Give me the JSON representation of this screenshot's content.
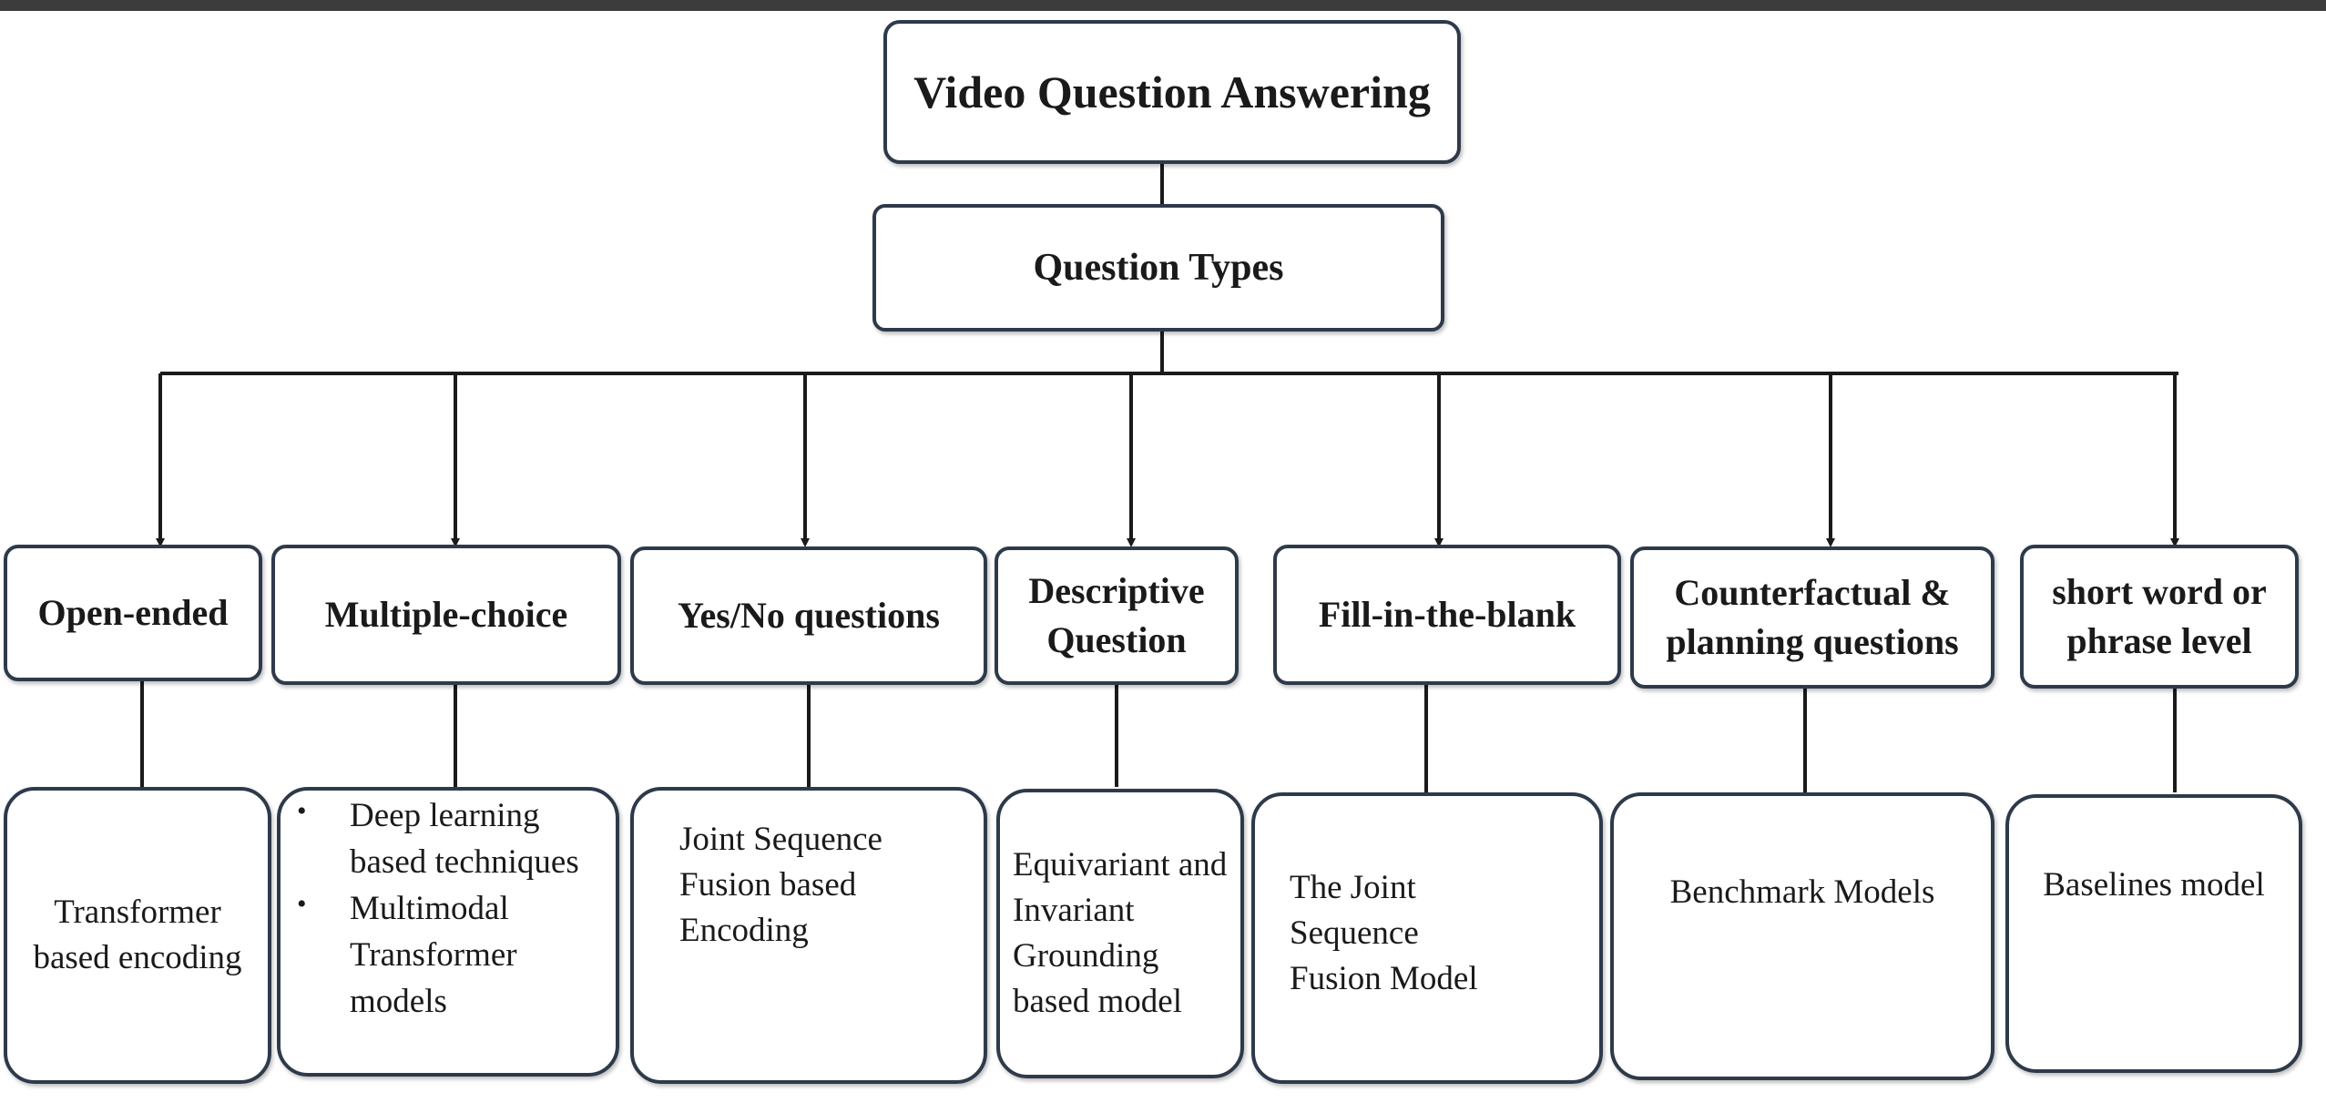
{
  "root": {
    "label": "Video Question Answering"
  },
  "level1": {
    "label": "Question Types"
  },
  "question_types": [
    {
      "label": "Open-ended"
    },
    {
      "label": "Multiple-choice"
    },
    {
      "label": "Yes/No questions"
    },
    {
      "label": "Descriptive Question"
    },
    {
      "label": "Fill-in-the-blank"
    },
    {
      "label": "Counterfactual & planning questions"
    },
    {
      "label": "short word or phrase level"
    }
  ],
  "methods": [
    {
      "text": "Transformer based encoding"
    },
    {
      "bullets": [
        "Deep learning based techniques",
        "Multimodal Transformer models"
      ]
    },
    {
      "text": "Joint Sequence Fusion based Encoding"
    },
    {
      "text": "Equivariant and Invariant Grounding based model"
    },
    {
      "text": "The Joint Sequence Fusion Model"
    },
    {
      "text": "Benchmark Models"
    },
    {
      "text": "Baselines model"
    }
  ]
}
